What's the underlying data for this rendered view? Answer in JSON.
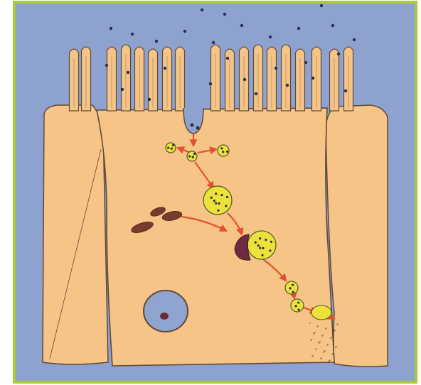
{
  "figure": {
    "colors": {
      "frame_border": "#a8cc38",
      "background": "#8ea2d0",
      "cell_fill": "#f6c486",
      "cell_outline": "#5e4a38",
      "vesicle_fill": "#ece23a",
      "vesicle_outline": "#4f5a2a",
      "arrow": "#e4502e",
      "particle": "#2c2f4a",
      "lysosome": "#6e2a40",
      "mitochondria": "#7a3a2e",
      "nucleus_fill": "#8fa4cf",
      "nucleolus": "#6e2a40"
    },
    "icons": {
      "microvilli": "microvillus-shape",
      "endocytosis": "coated-pit-shape",
      "vesicle": "dotted-circle-shape",
      "lysosome": "dark-lobe-shape",
      "mitochondria": "elongated-organelle-shape",
      "nucleus": "nucleus-shape",
      "transport": "arrow-shape"
    }
  }
}
